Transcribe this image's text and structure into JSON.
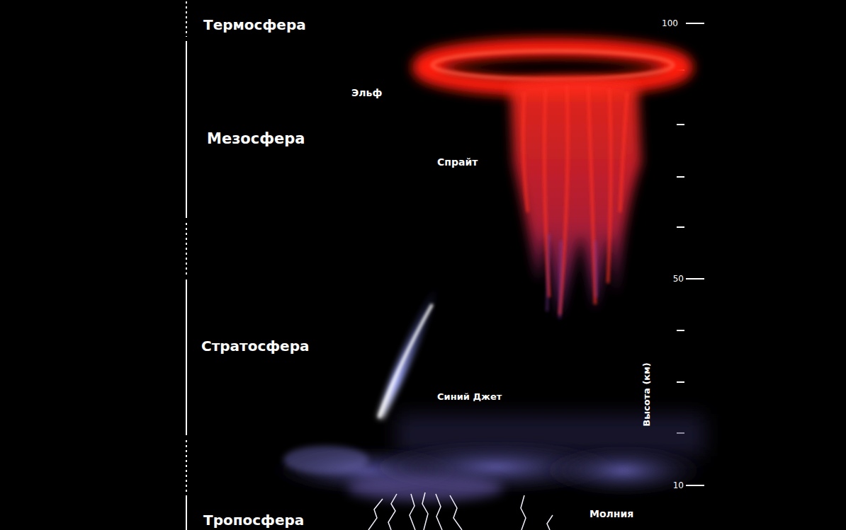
{
  "diagram": {
    "labels": [
      "Термосфера",
      "Эльф",
      "Мезосфера",
      "Спрайт",
      "Стратосфера",
      "Синий Джет",
      "Тропосфера",
      "Молния",
      "100",
      "50",
      "10",
      "Высота (км)"
    ]
  }
}
